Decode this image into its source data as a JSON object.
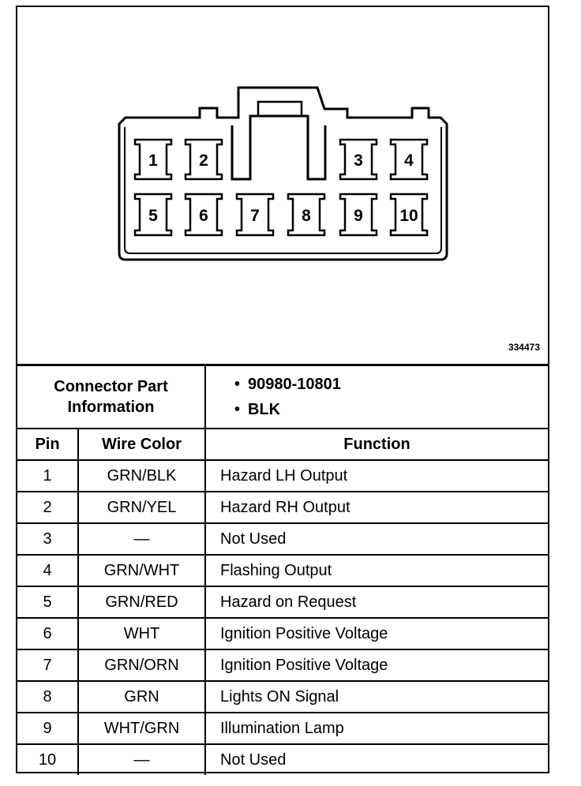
{
  "connector": {
    "pins_top": [
      "1",
      "2",
      "3",
      "4"
    ],
    "pins_bottom": [
      "5",
      "6",
      "7",
      "8",
      "9",
      "10"
    ]
  },
  "figure_id": "334473",
  "part_info": {
    "label_line1": "Connector Part",
    "label_line2": "Information",
    "part_number": "90980-10801",
    "color": "BLK"
  },
  "table": {
    "headers": [
      "Pin",
      "Wire Color",
      "Function"
    ],
    "rows": [
      {
        "pin": "1",
        "wire": "GRN/BLK",
        "function": "Hazard LH Output"
      },
      {
        "pin": "2",
        "wire": "GRN/YEL",
        "function": "Hazard RH Output"
      },
      {
        "pin": "3",
        "wire": "—",
        "function": "Not Used"
      },
      {
        "pin": "4",
        "wire": "GRN/WHT",
        "function": "Flashing Output"
      },
      {
        "pin": "5",
        "wire": "GRN/RED",
        "function": "Hazard on Request"
      },
      {
        "pin": "6",
        "wire": "WHT",
        "function": "Ignition Positive Voltage"
      },
      {
        "pin": "7",
        "wire": "GRN/ORN",
        "function": "Ignition Positive Voltage"
      },
      {
        "pin": "8",
        "wire": "GRN",
        "function": "Lights ON Signal"
      },
      {
        "pin": "9",
        "wire": "WHT/GRN",
        "function": "Illumination Lamp"
      },
      {
        "pin": "10",
        "wire": "—",
        "function": "Not Used"
      }
    ]
  }
}
